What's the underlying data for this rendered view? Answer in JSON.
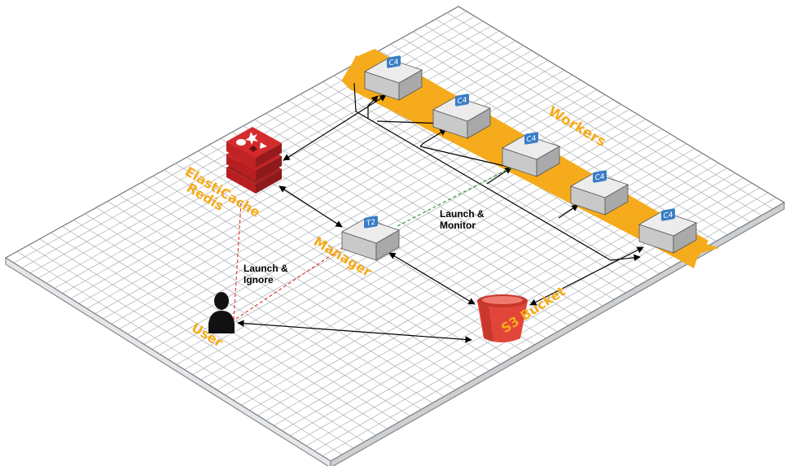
{
  "labels": {
    "elasticache": [
      "ElastiCache",
      "Redis"
    ],
    "manager": "Manager",
    "workers": "Workers",
    "user": "User",
    "s3": "S3 Bucket",
    "launch_monitor": [
      "Launch &",
      "Monitor"
    ],
    "launch_ignore": [
      "Launch &",
      "Ignore"
    ]
  },
  "instances": {
    "manager_badge": "T2",
    "workers": [
      "C4",
      "C4",
      "C4",
      "C4",
      "C4"
    ]
  },
  "colors": {
    "label_orange": "#f5ab1b",
    "band_orange": "#f5ab1b",
    "redis_red": "#d1282a",
    "s3_red": "#e2463a",
    "badge_blue": "#3a7dc6",
    "launch_monitor_line": "#2e9a38",
    "launch_ignore_line": "#e23b2f",
    "grid_line": "#9aa3ab"
  },
  "icons": [
    "redis-icon",
    "s3-bucket-icon",
    "user-icon",
    "server-box-icon"
  ]
}
